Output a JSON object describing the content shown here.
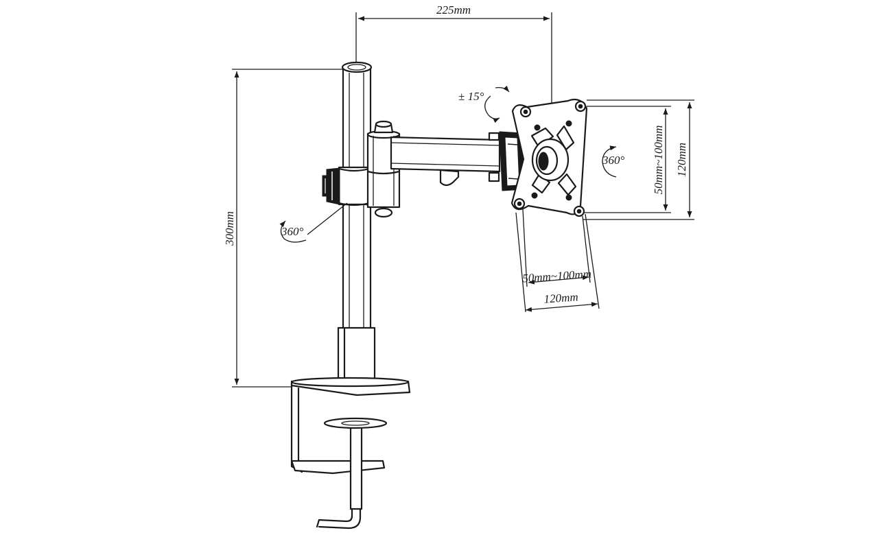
{
  "dimensions": {
    "arm_reach": "225mm",
    "pole_height": "300mm",
    "vesa_vertical_range": "50mm~100mm",
    "vesa_vertical_max": "120mm",
    "vesa_horizontal_range": "50mm~100mm",
    "vesa_horizontal_max": "120mm"
  },
  "rotations": {
    "tilt": "± 15°",
    "plate_rotation": "360°",
    "pole_rotation": "360°"
  }
}
